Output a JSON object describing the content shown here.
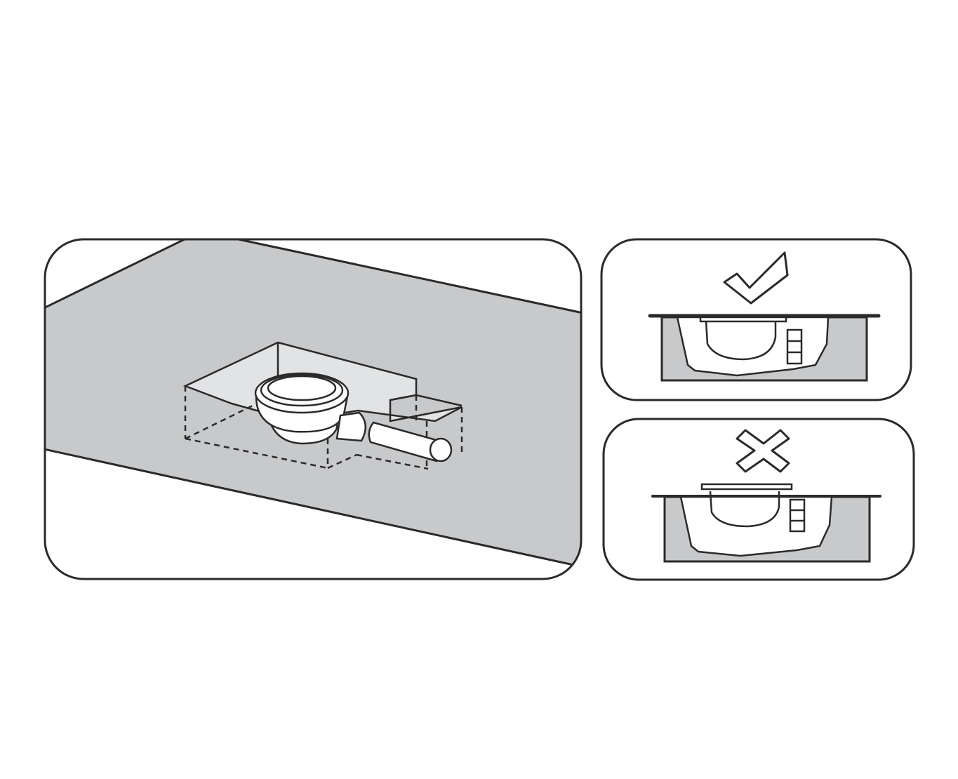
{
  "figure": {
    "panels": [
      {
        "name": "installation-view",
        "icon": "shower-drain-in-recess"
      },
      {
        "name": "correct-example",
        "icon": "check-mark-icon",
        "meaning": "correct"
      },
      {
        "name": "incorrect-example",
        "icon": "cross-icon",
        "meaning": "incorrect"
      }
    ]
  },
  "colors": {
    "stroke": "#2a2a2a",
    "floor_gray": "#c8c9cb",
    "pit_light": "#e2e3e5",
    "background": "#ffffff"
  }
}
